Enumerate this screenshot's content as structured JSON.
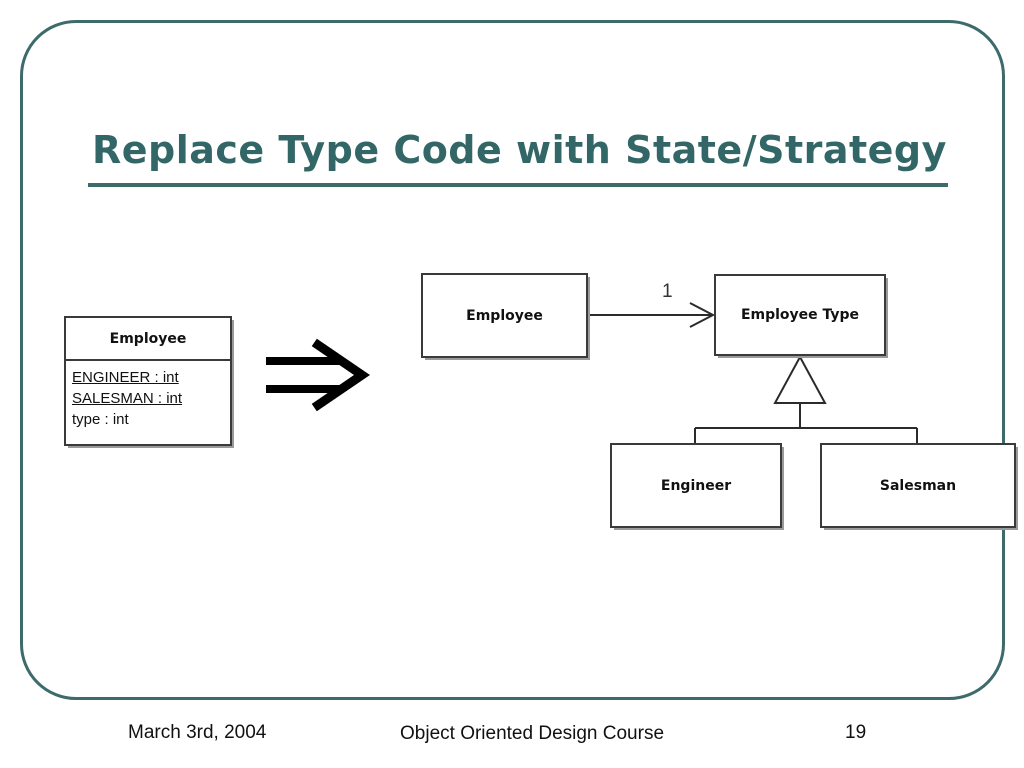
{
  "slide": {
    "title": "Replace Type Code with State/Strategy",
    "accent_color": "#336666",
    "frame_color": "#3d6b6b",
    "background_color": "#ffffff"
  },
  "diagram": {
    "before": {
      "class_box": {
        "name": "Employee",
        "attributes": [
          {
            "text": "ENGINEER : int",
            "underlined": true
          },
          {
            "text": "SALESMAN : int",
            "underlined": true
          },
          {
            "text": "type : int",
            "underlined": false
          }
        ]
      }
    },
    "transform_symbol": "double-right-arrow",
    "after": {
      "boxes": [
        {
          "id": "employee",
          "name": "Employee"
        },
        {
          "id": "employee-type",
          "name": "Employee Type"
        },
        {
          "id": "engineer",
          "name": "Engineer"
        },
        {
          "id": "salesman",
          "name": "Salesman"
        }
      ],
      "association": {
        "from": "Employee",
        "to": "Employee Type",
        "multiplicity": "1"
      },
      "generalization": {
        "parent": "Employee Type",
        "children": [
          "Engineer",
          "Salesman"
        ]
      }
    }
  },
  "footer": {
    "date": "March 3rd, 2004",
    "course": "Object Oriented Design Course",
    "page_number": "19"
  }
}
